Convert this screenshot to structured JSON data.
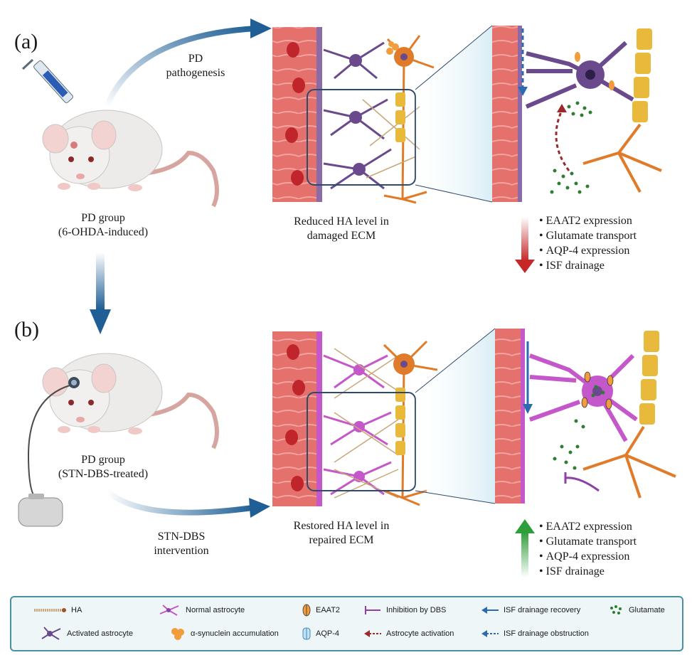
{
  "panels": [
    {
      "label": "(a)",
      "mouse_caption": [
        "PD group",
        "(6-OHDA-induced)"
      ],
      "arrow_label": [
        "PD",
        "pathogenesis"
      ],
      "ecm_caption": [
        "Reduced HA level in",
        "damaged ECM"
      ],
      "bullets": [
        "EAAT2 expression",
        "Glutamate transport",
        "AQP-4 expression",
        "ISF drainage"
      ],
      "trend": "down"
    },
    {
      "label": "(b)",
      "mouse_caption": [
        "PD group",
        "(STN-DBS-treated)"
      ],
      "arrow_label": [
        "STN-DBS",
        "intervention"
      ],
      "ecm_caption": [
        "Restored HA level in",
        "repaired ECM"
      ],
      "bullets": [
        "EAAT2 expression",
        "Glutamate transport",
        "AQP-4 expression",
        "ISF drainage"
      ],
      "trend": "up"
    }
  ],
  "legend": [
    {
      "icon": "ha-icon",
      "label": "HA"
    },
    {
      "icon": "normal-astrocyte-icon",
      "label": "Normal astrocyte"
    },
    {
      "icon": "eaat2-icon",
      "label": "EAAT2"
    },
    {
      "icon": "inhibition-icon",
      "label": "Inhibition by DBS"
    },
    {
      "icon": "isf-recovery-icon",
      "label": "ISF drainage recovery"
    },
    {
      "icon": "glutamate-icon",
      "label": "Glutamate"
    },
    {
      "icon": "activated-astrocyte-icon",
      "label": "Activated astrocyte"
    },
    {
      "icon": "alpha-synuclein-icon",
      "label": "α-synuclein accumulation"
    },
    {
      "icon": "aqp4-icon",
      "label": "AQP-4"
    },
    {
      "icon": "astrocyte-activation-icon",
      "label": "Astrocyte activation"
    },
    {
      "icon": "isf-obstruction-icon",
      "label": "ISF drainage obstruction"
    }
  ],
  "colors": {
    "arrow_blue": "#1f5f96",
    "vessel_red": "#d9534f",
    "normal_astrocyte": "#c457c9",
    "activated_astrocyte": "#6a4a8c",
    "neuron_orange": "#e07b2a",
    "glutamate_green": "#2e7d32",
    "down_red": "#c62828",
    "up_green": "#2e9e3a"
  }
}
